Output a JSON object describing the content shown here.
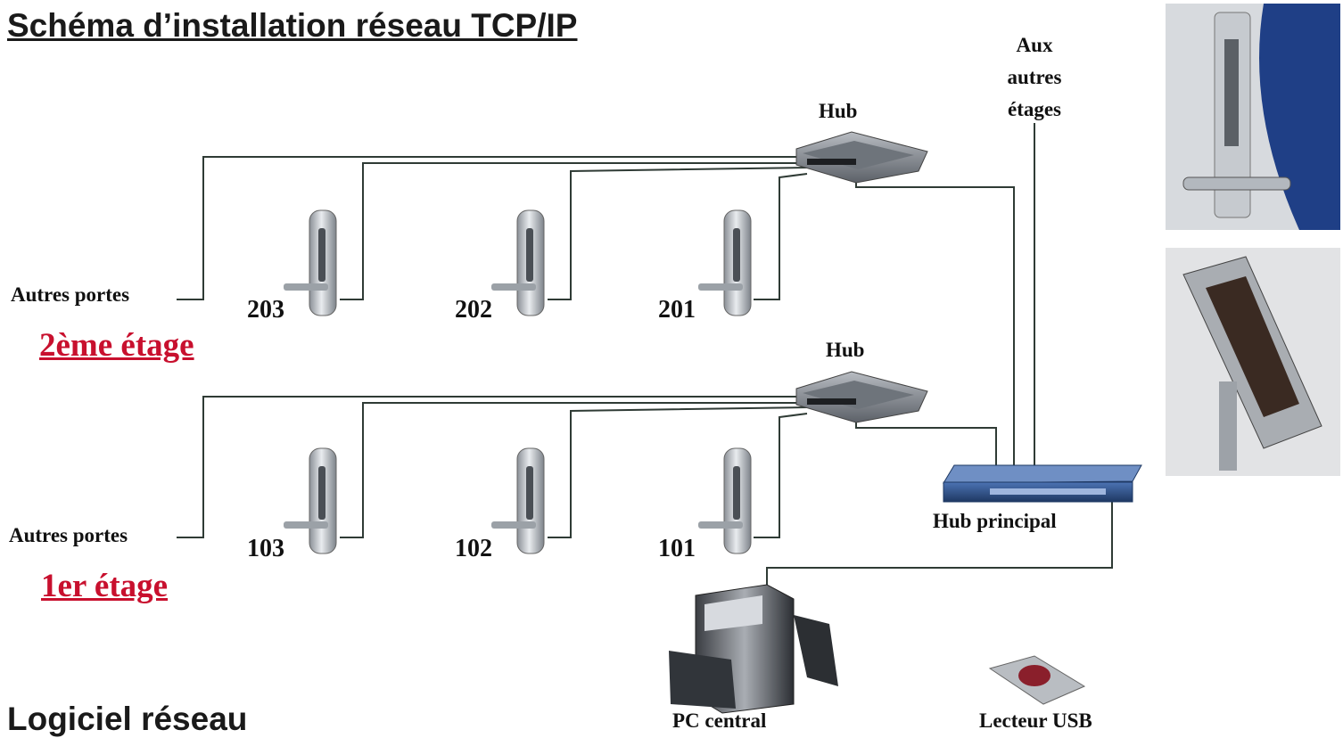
{
  "title": "Schéma d’installation réseau TCP/IP",
  "subtitle": "Logiciel réseau",
  "labels": {
    "hub_top": "Hub",
    "hub_bottom": "Hub",
    "hub_main": "Hub principal",
    "other_floors": [
      "Aux",
      "autres",
      "étages"
    ],
    "other_doors_2": "Autres portes",
    "other_doors_1": "Autres portes",
    "pc": "PC central",
    "usb_reader": "Lecteur USB"
  },
  "floors": [
    {
      "name": "2ème étage",
      "rooms": [
        "203",
        "202",
        "201"
      ]
    },
    {
      "name": "1er étage",
      "rooms": [
        "103",
        "102",
        "101"
      ]
    }
  ],
  "colors": {
    "floor_label": "#c8102e",
    "wire": "#2f3b35",
    "hub_main": "#2d4f8a"
  }
}
